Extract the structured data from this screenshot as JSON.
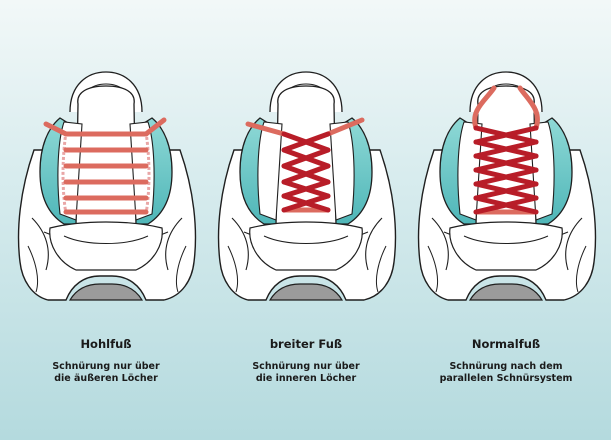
{
  "colors": {
    "lace_light": "#dc6b5f",
    "lace_dark": "#b81d28",
    "teal": "#5bc3c3",
    "outline": "#1f1f1f",
    "sole": "#9b9b9b"
  },
  "panels": [
    {
      "title": "Hohlfuß",
      "description": [
        "Schnürung nur über",
        "die äußeren Löcher"
      ]
    },
    {
      "title": "breiter Fuß",
      "description": [
        "Schnürung nur über",
        "die inneren Löcher"
      ]
    },
    {
      "title": "Normalfuß",
      "description": [
        "Schnürung nach dem",
        "parallelen Schnürsystem"
      ]
    }
  ]
}
